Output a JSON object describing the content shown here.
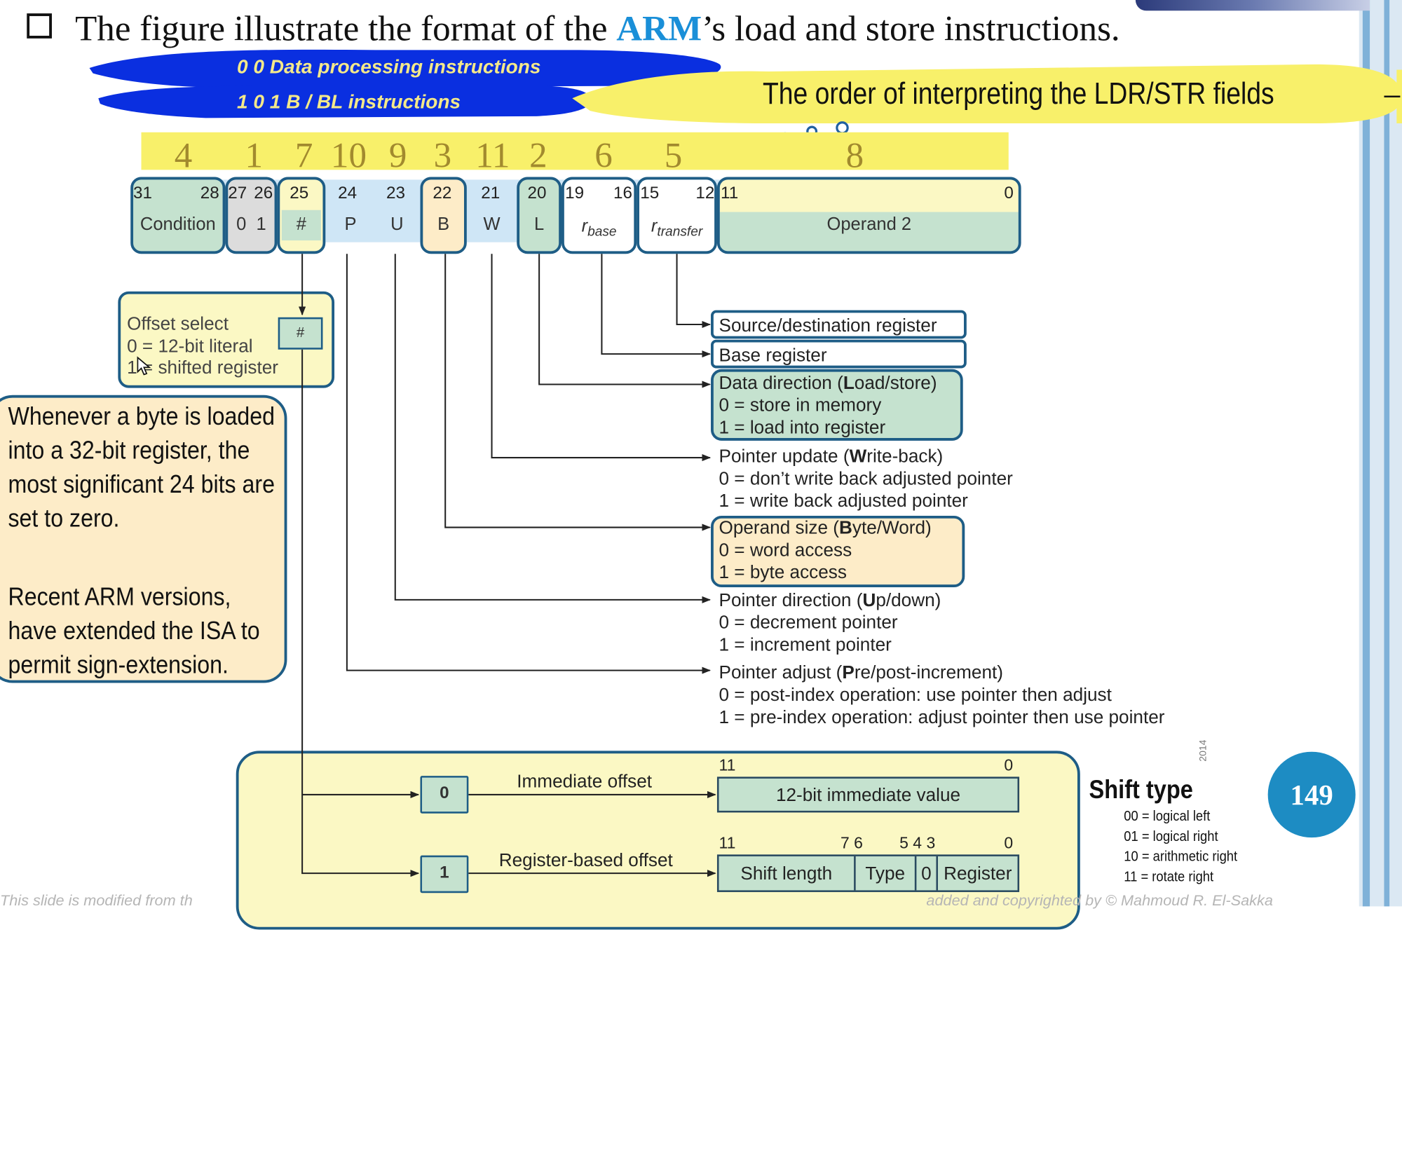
{
  "heading": {
    "bullet_icon": "hollow-square-bullet",
    "before": "The figure illustrate the format of the ",
    "arm": "ARM",
    "after": "’s load and store instructions.",
    "arm_color": "#1a8fd8"
  },
  "callouts": {
    "data_processing": "0 0    Data processing instructions",
    "branch": "1 0    1  B / BL instructions",
    "order_note": "The order of interpreting the LDR/STR fields",
    "blue_brush_color": "#0a2fe0",
    "yellow_color": "#f8f06a"
  },
  "interpretation_order": [
    "4",
    "1",
    "7",
    "10",
    "9",
    "3",
    "11",
    "2",
    "6",
    "5",
    "8"
  ],
  "fields": [
    {
      "id": "cond",
      "hi": "31",
      "lo": "28",
      "label": "Condition"
    },
    {
      "id": "type",
      "hi": "27",
      "lo": "26",
      "label": "0  1"
    },
    {
      "id": "hash",
      "hi": "25",
      "label": "#"
    },
    {
      "id": "p",
      "hi": "24",
      "label": "P"
    },
    {
      "id": "u",
      "hi": "23",
      "label": "U"
    },
    {
      "id": "b",
      "hi": "22",
      "label": "B"
    },
    {
      "id": "w",
      "hi": "21",
      "label": "W"
    },
    {
      "id": "l",
      "hi": "20",
      "label": "L"
    },
    {
      "id": "rbase",
      "hi": "19",
      "lo": "16",
      "label": "r",
      "sub": "base"
    },
    {
      "id": "rtransfer",
      "hi": "15",
      "lo": "12",
      "label": "r",
      "sub": "transfer"
    },
    {
      "id": "op2",
      "hi": "11",
      "lo": "0",
      "label": "Operand 2"
    }
  ],
  "offset_select": {
    "title": "Offset select",
    "l0": "0 = 12-bit literal",
    "l1": "1 = shifted register",
    "hash": "#"
  },
  "destinations": [
    {
      "id": "rd",
      "title": "Source/destination register"
    },
    {
      "id": "rn",
      "title": "Base register"
    },
    {
      "id": "ldst",
      "pre": "Data direction (",
      "bold": "L",
      "post": "oad/store)",
      "l0": "0 = store in memory",
      "l1": "1 = load into register"
    },
    {
      "id": "wb",
      "pre": "Pointer update (",
      "bold": "W",
      "post": "rite-back)",
      "l0": "0 = don’t write back adjusted pointer",
      "l1": "1 = write back adjusted pointer"
    },
    {
      "id": "bw",
      "pre": "Operand size (",
      "bold": "B",
      "post": "yte/Word)",
      "l0": "0 = word access",
      "l1": "1 = byte access"
    },
    {
      "id": "ud",
      "pre": "Pointer direction (",
      "bold": "U",
      "post": "p/down)",
      "l0": "0 = decrement pointer",
      "l1": "1 = increment pointer"
    },
    {
      "id": "pp",
      "pre": "Pointer adjust (",
      "bold": "P",
      "post": "re/post-increment)",
      "l0": "0 = post-index operation: use pointer then adjust",
      "l1": "1 = pre-index operation: adjust pointer then use pointer"
    }
  ],
  "byte_note": {
    "p1": "Whenever a byte is loaded into a 32-bit register, the most significant 24 bits are set to zero.",
    "p2": "Recent ARM versions, have extended the ISA to permit sign-extension."
  },
  "offset_formats": {
    "imm": {
      "sel": "0",
      "label": "Immediate offset",
      "hi": "11",
      "lo": "0",
      "field": "12-bit immediate value"
    },
    "reg": {
      "sel": "1",
      "label": "Register-based offset",
      "b11": "11",
      "b76": "7 6",
      "b543": "5 4 3",
      "b0": "0",
      "f_shift": "Shift length",
      "f_type": "Type",
      "f_zero": "0",
      "f_reg": "Register"
    }
  },
  "shift_type": {
    "title": "Shift type",
    "items": [
      "00 = logical left",
      "01 = logical right",
      "10 = arithmetic right",
      "11 = rotate right"
    ],
    "year": "2014"
  },
  "slide_number": "149",
  "footer": {
    "left": "This slide is modified from th",
    "right": "added and copyrighted by © Mahmoud R. El-Sakka"
  }
}
